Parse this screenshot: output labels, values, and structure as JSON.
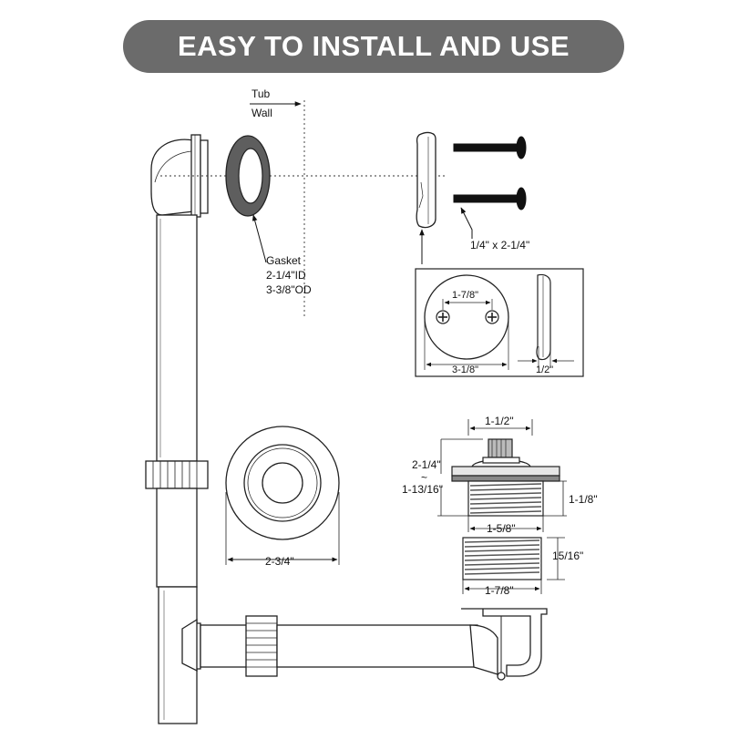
{
  "banner": {
    "title": "EASY TO INSTALL AND USE",
    "bg_color": "#6b6b6b",
    "text_color": "#ffffff"
  },
  "labels": {
    "tub": "Tub",
    "wall": "Wall",
    "gasket": "Gasket",
    "gasket_id": "2-1/4\"ID",
    "gasket_od": "3-3/8\"OD",
    "bolts": "1/4\" x 2-1/4\"",
    "plate_spacing": "1-7/8\"",
    "plate_diameter": "3-1/8\"",
    "plate_thickness": "1/2\"",
    "flange_diameter": "2-3/4\"",
    "knob_width": "1-1/2\"",
    "stopper_height": "2-1/4\"",
    "flange_height": "1-13/16\"",
    "body_height": "1-1/8\"",
    "body_diameter": "1-5/8\"",
    "thread_height": "15/16\"",
    "thread_diameter": "1-7/8\""
  }
}
